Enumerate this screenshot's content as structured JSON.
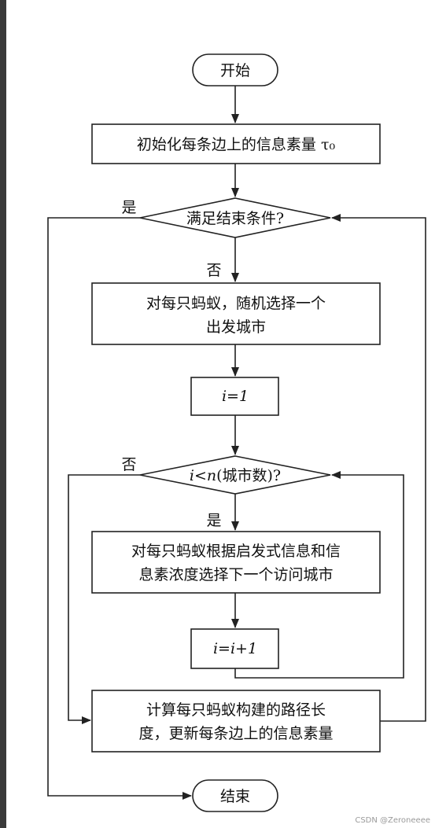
{
  "nodes": {
    "start": "开始",
    "init": "初始化每条边上的信息素量 τ₀",
    "cond_end": "满足结束条件?",
    "choose_city_line1": "对每只蚂蚁，随机选择一个",
    "choose_city_line2": "出发城市",
    "i_init": "i=1",
    "cond_i_prefix": "i",
    "cond_i_mid": "<",
    "cond_i_n": "n",
    "cond_i_suffix": "(城市数)?",
    "select_line1": "对每只蚂蚁根据启发式信息和信",
    "select_line2": "息素浓度选择下一个访问城市",
    "i_inc": "i=i+1",
    "compute_line1": "计算每只蚂蚁构建的路径长",
    "compute_line2": "度，更新每条边上的信息素量",
    "end": "结束"
  },
  "labels": {
    "yes_end": "是",
    "no_end": "否",
    "yes_loop": "是",
    "no_loop": "否"
  },
  "watermark": "CSDN @Zeroneeee"
}
